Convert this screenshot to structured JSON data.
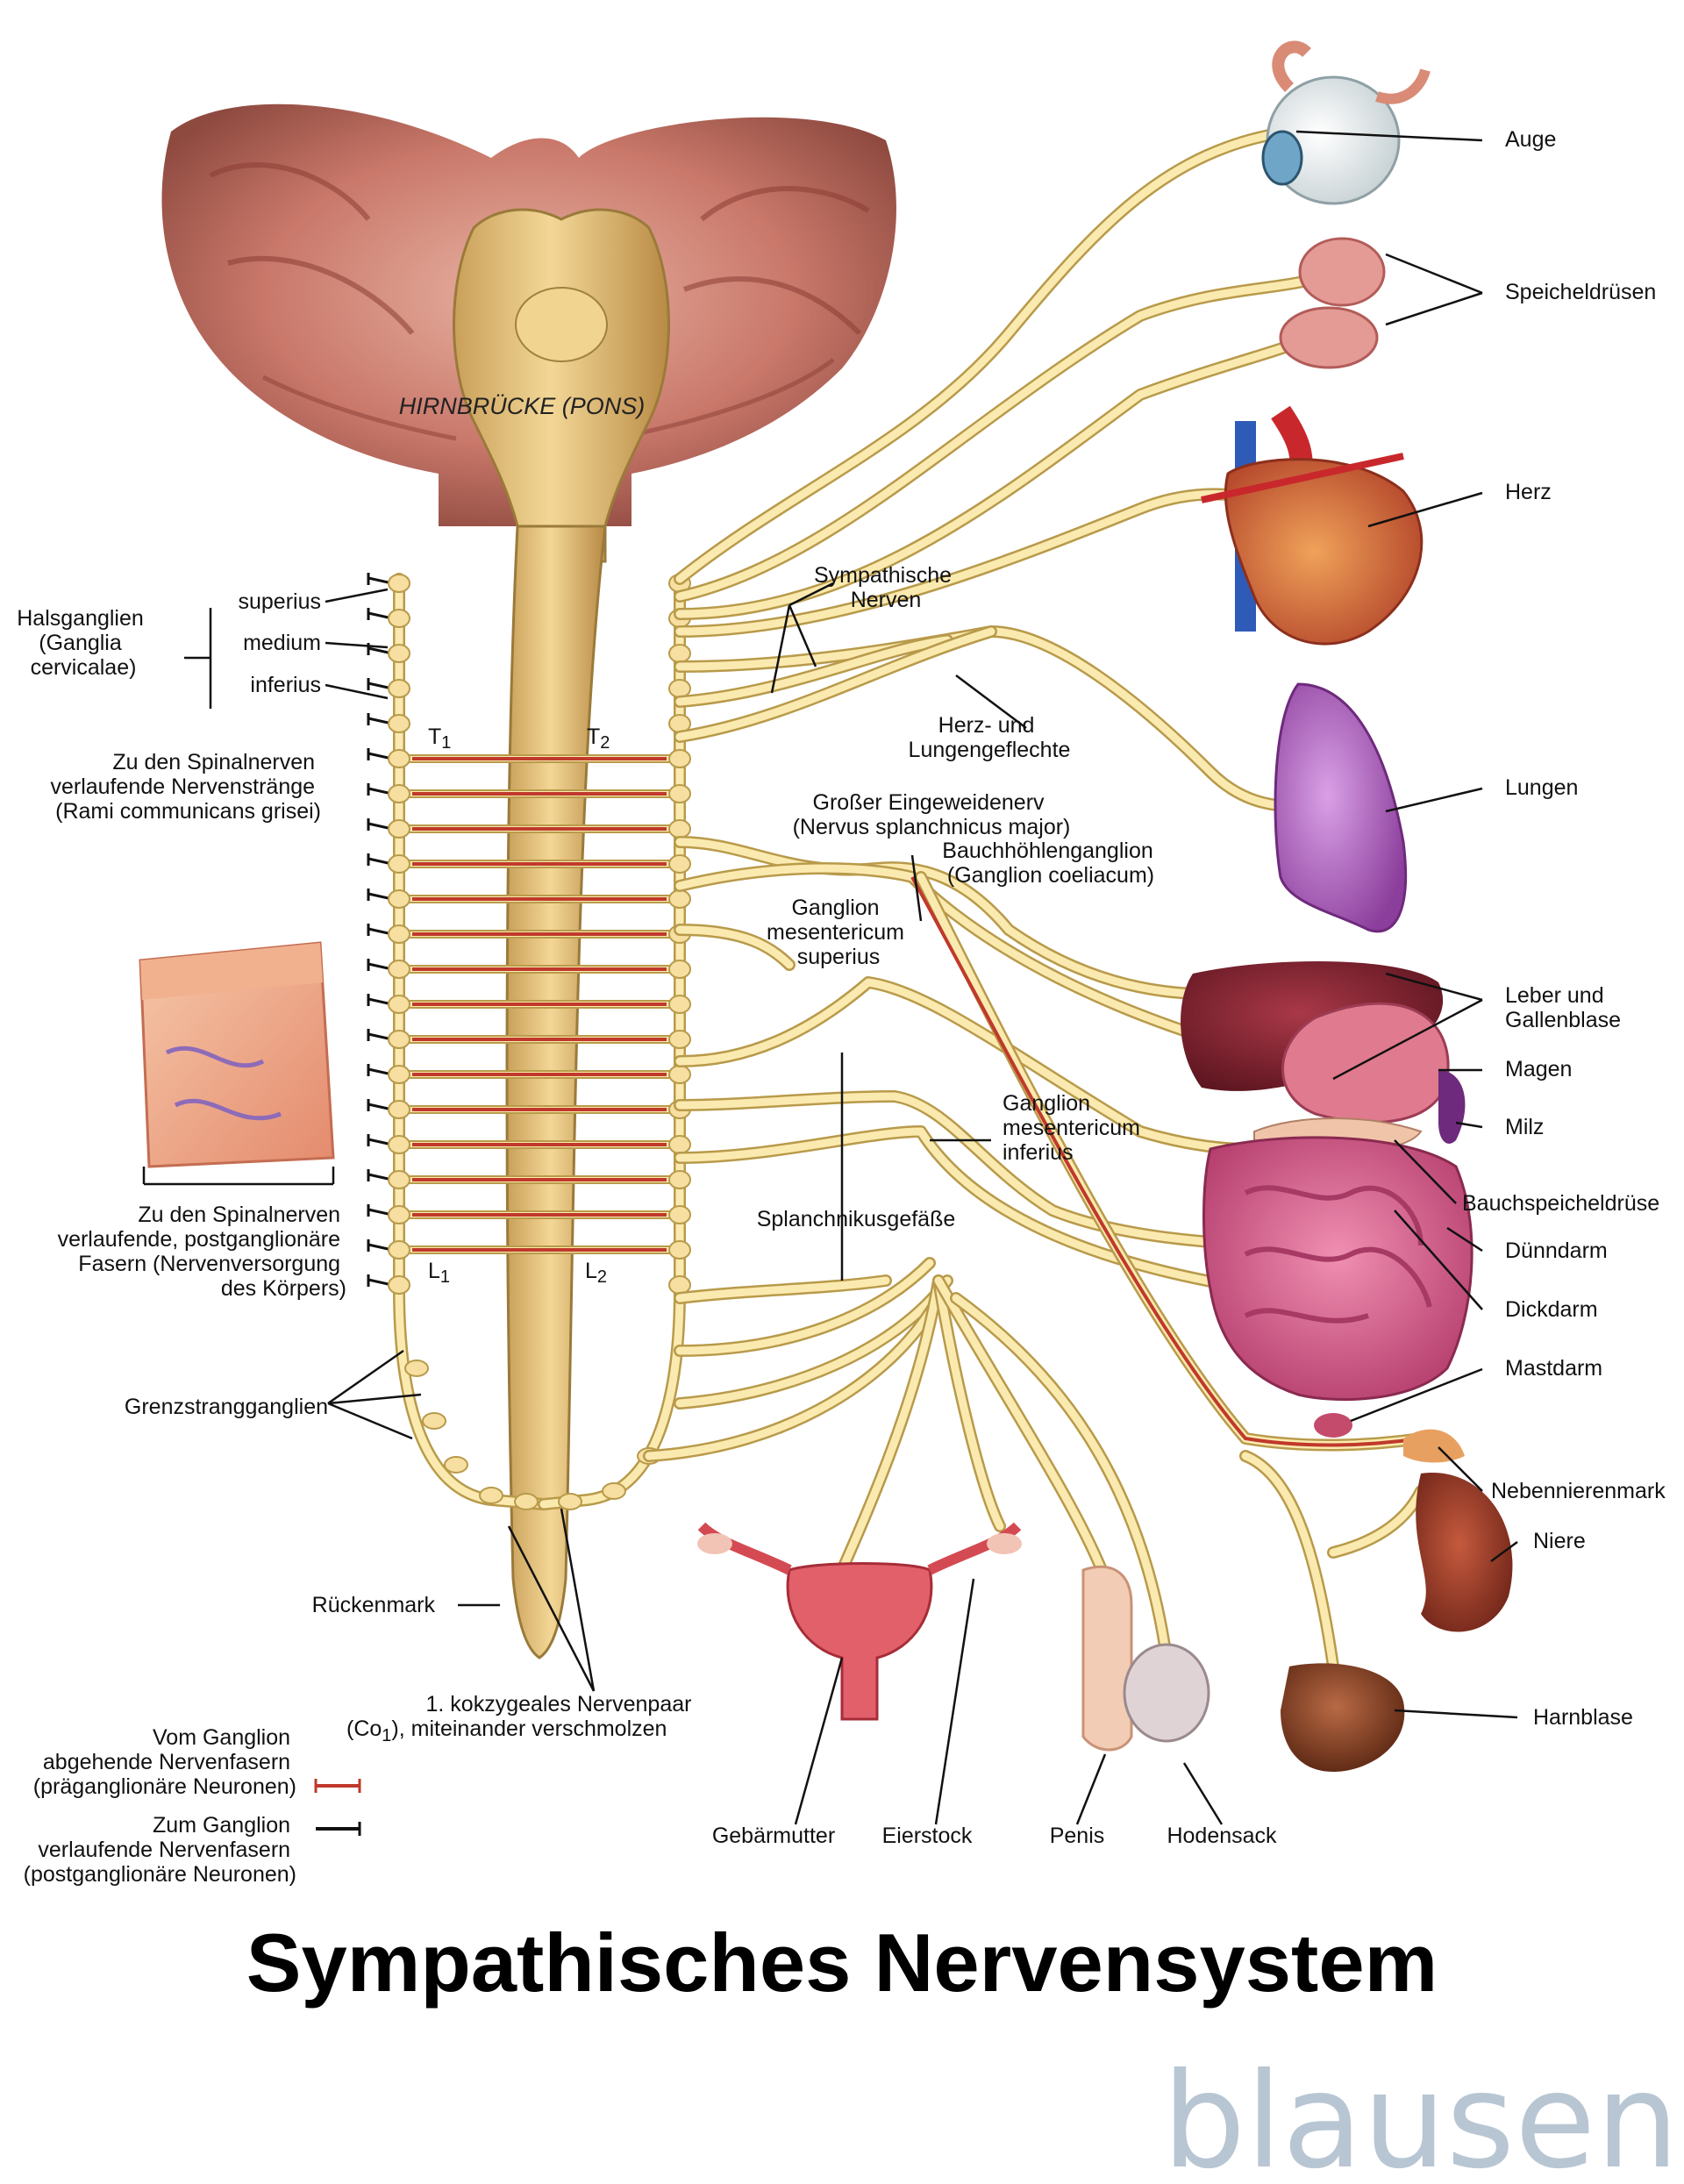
{
  "labels": {
    "pons": "HIRNBRÜCKE (PONS)",
    "halsganglien": [
      "Halsganglien",
      "(Ganglia",
      "cervicalae)"
    ],
    "superius": "superius",
    "medium": "medium",
    "inferius": "inferius",
    "t1": "T",
    "t1_sub": "1",
    "t2": "T",
    "t2_sub": "2",
    "l1": "L",
    "l1_sub": "1",
    "l2": "L",
    "l2_sub": "2",
    "rami": [
      "Zu den Spinalnerven",
      "verlaufende Nervenstränge",
      "(Rami communicans grisei)"
    ],
    "postganglionaer": [
      "Zu den Spinalnerven",
      "verlaufende, postganglionäre",
      "Fasern (Nervenversorgung",
      "des Körpers)"
    ],
    "grenzstrang": "Grenzstrangganglien",
    "rueckenmark": "Rückenmark",
    "kokzygeal_1": "1. kokzygeales Nervenpaar",
    "kokzygeal_2a": "(Co",
    "kokzygeal_2sub": "1",
    "kokzygeal_2b": "), miteinander verschmolzen",
    "sympathische": [
      "Sympathische",
      "Nerven"
    ],
    "herz_lungen": [
      "Herz- und",
      "Lungengeflechte"
    ],
    "eingeweidenerv": [
      "Großer Eingeweidenerv",
      "(Nervus splanchnicus major)"
    ],
    "bauchhoehle": [
      "Bauchhöhlenganglion",
      "(Ganglion coeliacum)"
    ],
    "mes_sup": [
      "Ganglion",
      "mesentericum",
      "superius"
    ],
    "mes_inf": [
      "Ganglion",
      "mesentericum",
      "inferius"
    ],
    "splanchnikus": "Splanchnikusgefäße",
    "organs": {
      "auge": "Auge",
      "speichel": "Speicheldrüsen",
      "herz": "Herz",
      "lungen": "Lungen",
      "leber": [
        "Leber und",
        "Gallenblase"
      ],
      "magen": "Magen",
      "milz": "Milz",
      "bauchspeichel": "Bauchspeicheldrüse",
      "duenndarm": "Dünndarm",
      "dickdarm": "Dickdarm",
      "mastdarm": "Mastdarm",
      "nebenniere": "Nebennierenmark",
      "niere": "Niere",
      "harnblase": "Harnblase",
      "gebaermutter": "Gebärmutter",
      "eierstock": "Eierstock",
      "penis": "Penis",
      "hodensack": "Hodensack"
    },
    "legend_pre": [
      "Vom Ganglion",
      "abgehende Nervenfasern",
      "(präganglionäre Neuronen)"
    ],
    "legend_post": [
      "Zum Ganglion",
      "verlaufende Nervenfasern",
      "(postganglionäre Neuronen)"
    ]
  },
  "title": "Sympathisches Nervensystem",
  "logo": "blausen",
  "colors": {
    "nerve": "#fbeab0",
    "nerve_edge": "#b89a4a",
    "preganglionic": "#c0392b",
    "postganglionic": "#111111",
    "logo": "#b8c6d3"
  }
}
